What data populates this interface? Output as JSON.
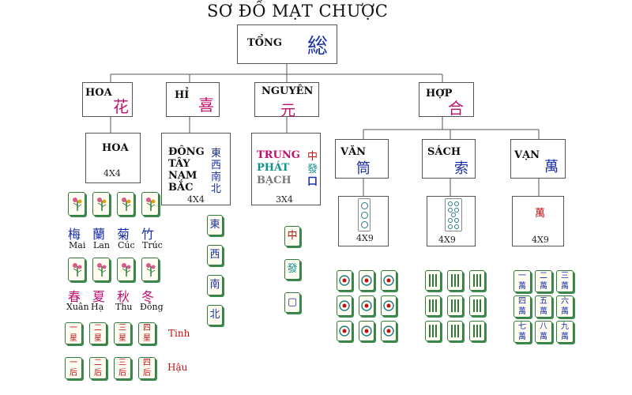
{
  "title": "SƠ ĐỒ MẠT CHƯỢC",
  "root": {
    "label": "TỔNG",
    "cjk": "総"
  },
  "groups": [
    {
      "label": "HOA",
      "cjk": "花"
    },
    {
      "label": "HỈ",
      "cjk": "喜"
    },
    {
      "label": "NGUYÊN",
      "cjk": "元"
    },
    {
      "label": "HỢP",
      "cjk": "合"
    }
  ],
  "hoa_box": {
    "label": "HOA",
    "count": "4X4"
  },
  "hi_box": {
    "winds": [
      "ĐÔNG",
      "TÂY",
      "NAM",
      "BẮC"
    ],
    "cjk": [
      "東",
      "西",
      "南",
      "北"
    ],
    "count": "4X4"
  },
  "nguyen_box": {
    "items": [
      "TRUNG",
      "PHÁT",
      "BẠCH"
    ],
    "cjk": [
      "中",
      "發",
      "口"
    ],
    "count": "3X4",
    "colors": [
      "#c0106e",
      "#12918a",
      "#7a7a7a"
    ]
  },
  "hop_subs": [
    {
      "label": "VĂN",
      "cjk": "筒",
      "count": "4X9"
    },
    {
      "label": "SÁCH",
      "cjk": "索",
      "count": "4X9"
    },
    {
      "label": "VẠN",
      "cjk": "萬",
      "count": "4X9"
    }
  ],
  "flowers": {
    "cjk": [
      "梅",
      "蘭",
      "菊",
      "竹"
    ],
    "vn": [
      "Mai",
      "Lan",
      "Cúc",
      "Trúc"
    ],
    "color": "#1a2fa8"
  },
  "seasons": {
    "cjk": [
      "春",
      "夏",
      "秋",
      "冬"
    ],
    "vn": [
      "Xuân",
      "Hạ",
      "Thu",
      "Đông"
    ],
    "color": "#c0106e"
  },
  "tinh": {
    "label": "Tinh",
    "tiles": [
      "一\n星",
      "二\n星",
      "三\n星",
      "四\n星"
    ]
  },
  "hau": {
    "label": "Hậu",
    "tiles": [
      "一\n后",
      "二\n后",
      "三\n后",
      "四\n后"
    ]
  },
  "wind_tiles": [
    "東",
    "西",
    "南",
    "北"
  ],
  "dragon_tiles": [
    "中",
    "發",
    "▢"
  ],
  "wan_tiles": [
    "一\n萬",
    "二\n萬",
    "三\n萬",
    "四\n萬",
    "五\n萬",
    "六\n萬",
    "七\n萬",
    "八\n萬",
    "九\n萬"
  ],
  "wan_sample": "萬",
  "colors": {
    "pink": "#c0106e",
    "blue": "#1a2fa8",
    "green": "#2f7a3e",
    "red": "#c41010"
  }
}
